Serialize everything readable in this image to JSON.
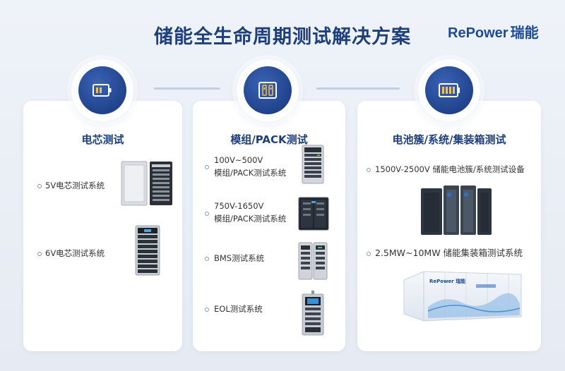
{
  "title": "储能全生命周期测试解决方案",
  "brand": {
    "name": "RePower",
    "name_cn": "瑞能"
  },
  "columns": [
    {
      "title": "电芯测试",
      "icon": "battery-cell-icon",
      "items": [
        {
          "lines": [
            "5V电芯测试系统"
          ]
        },
        {
          "lines": [
            "6V电芯测试系统"
          ]
        }
      ]
    },
    {
      "title": "模组/PACK测试",
      "icon": "battery-module-icon",
      "items": [
        {
          "lines": [
            "100V~500V",
            "模组/PACK测试系统"
          ]
        },
        {
          "lines": [
            "750V-1650V",
            "模组/PACK测试系统"
          ]
        },
        {
          "lines": [
            "BMS测试系统"
          ]
        },
        {
          "lines": [
            "EOL测试系统"
          ]
        }
      ]
    },
    {
      "title": "电池簇/系统/集装箱测试",
      "icon": "battery-cluster-icon",
      "items": [
        {
          "lines": [
            "1500V-2500V 储能电池簇/系统测试设备"
          ]
        },
        {
          "lines": [
            "2.5MW~10MW 储能集装箱测试系统"
          ]
        }
      ]
    }
  ],
  "container_brand": "RePower 瑞能"
}
